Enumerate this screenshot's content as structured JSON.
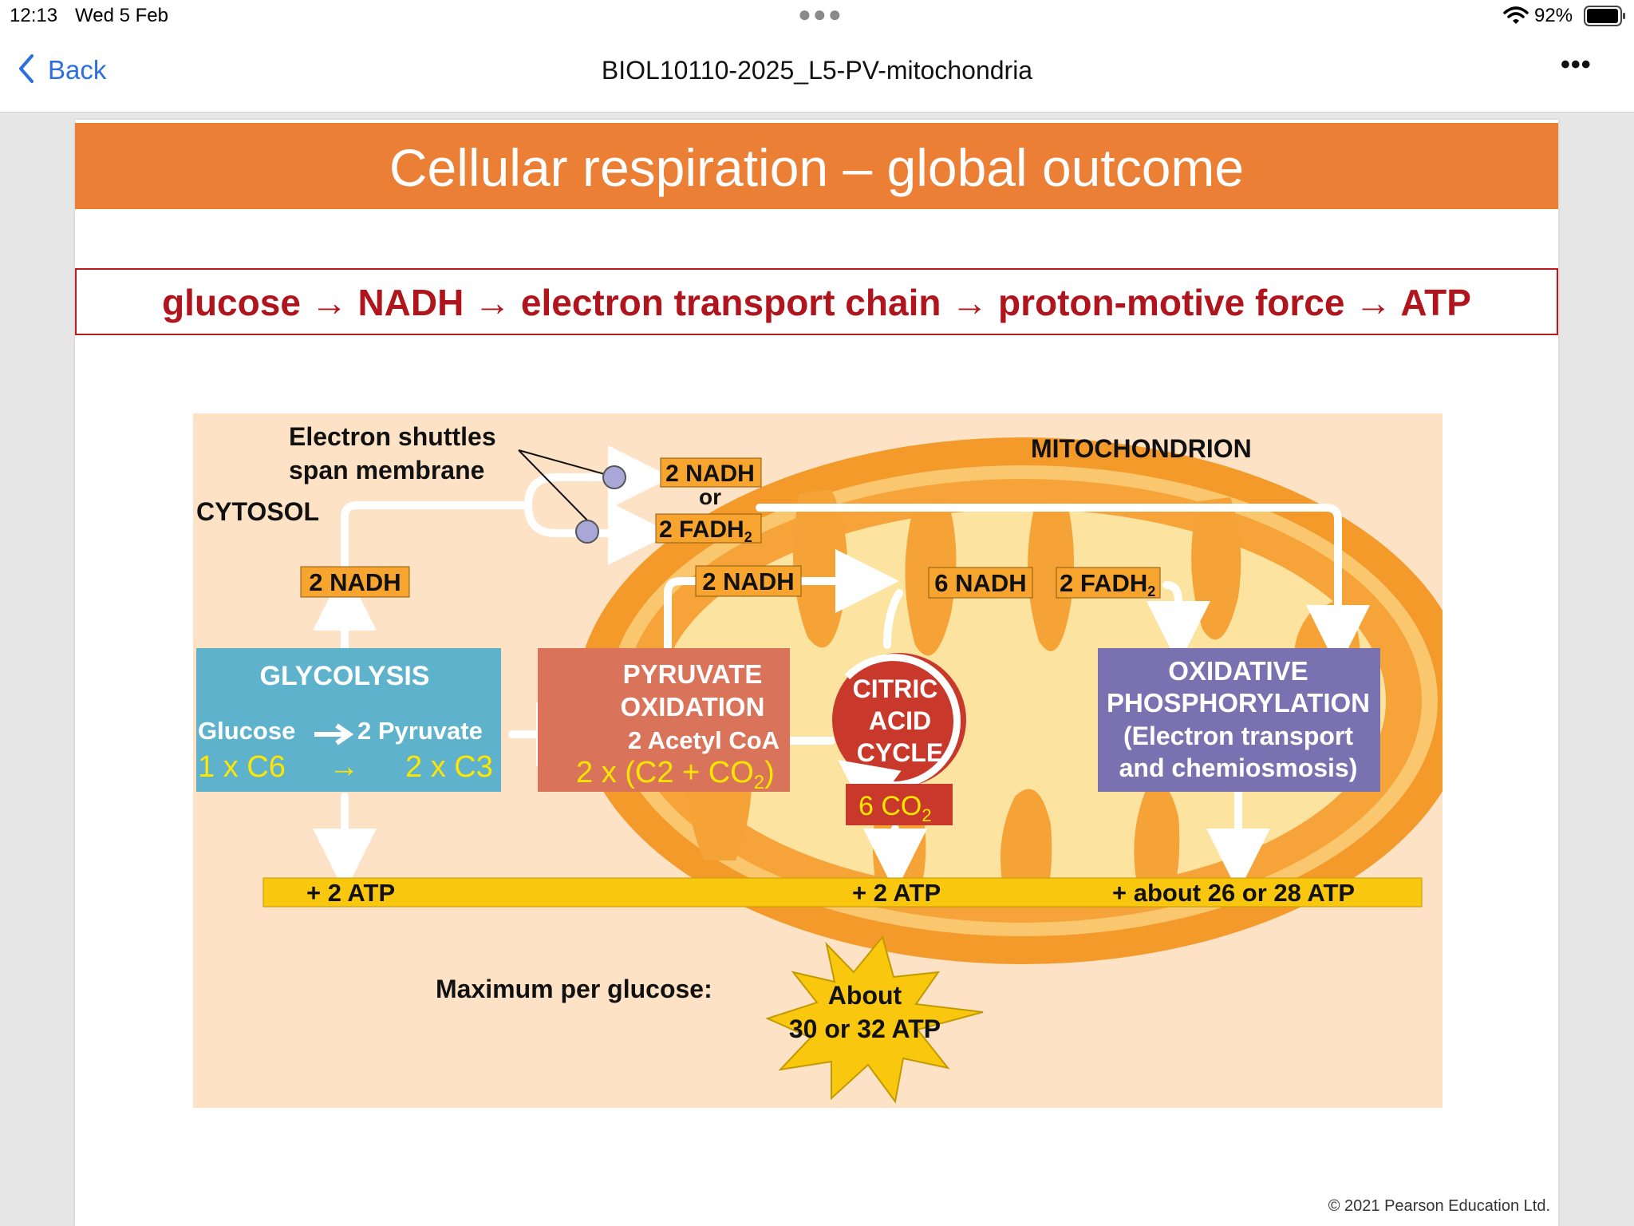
{
  "status_bar": {
    "time": "12:13",
    "date": "Wed 5 Feb",
    "battery": "92%"
  },
  "nav": {
    "back_label": "Back",
    "title": "BIOL10110-2025_L5-PV-mitochondria"
  },
  "slide": {
    "title": "Cellular respiration – global outcome",
    "summary": "glucose → NADH → electron transport chain → proton-motive force → ATP",
    "copyright": "© 2021  Pearson Education Ltd."
  },
  "figure": {
    "electron_shuttles_1": "Electron shuttles",
    "electron_shuttles_2": "span membrane",
    "cytosol": "CYTOSOL",
    "mitochondrion": "MITOCHONDRION",
    "shuttle_nadh": "2 NADH",
    "shuttle_or": "or",
    "shuttle_fadh": "2 FADH",
    "shuttle_fadh_sub": "2",
    "glycolysis_nadh": "2 NADH",
    "pyruvate_nadh": "2 NADH",
    "citric_nadh": "6 NADH",
    "citric_fadh": "2 FADH",
    "citric_fadh_sub": "2",
    "glycolysis": {
      "title": "GLYCOLYSIS",
      "glucose": "Glucose",
      "pyruvate": "2 Pyruvate",
      "c6": "1 x C6",
      "arrow": "→",
      "c3": "2 x C3"
    },
    "pyruvate_oxidation": {
      "title_1": "PYRUVATE",
      "title_2": "OXIDATION",
      "acetyl": "2 Acetyl CoA",
      "formula": "2 x (C2 + CO",
      "formula_sub": "2",
      "formula_end": ")"
    },
    "citric_acid": {
      "line_1": "CITRIC",
      "line_2": "ACID",
      "line_3": "CYCLE",
      "co2": "6 CO",
      "co2_sub": "2"
    },
    "oxphos": {
      "line_1": "OXIDATIVE",
      "line_2": "PHOSPHORYLATION",
      "line_3": "(Electron transport",
      "line_4": "and chemiosmosis)"
    },
    "atp_1": "+ 2 ATP",
    "atp_2": "+ 2 ATP",
    "atp_3": "+ about 26 or 28 ATP",
    "max_label": "Maximum per glucose:",
    "star_1": "About",
    "star_2": "30 or 32 ATP"
  },
  "colors": {
    "title_bar": "#eb7f35",
    "summary_text": "#b0141c",
    "figure_bg": "#fde2c6",
    "mito_orange": "#f39a2a",
    "glycolysis_box": "#5fb2cc",
    "pyruvate_box": "#d9735a",
    "citric_circle": "#c8392b",
    "oxphos_box": "#7a72b0",
    "atp_bar": "#f9c80e",
    "label_yellow": "#ffe600",
    "nadh_tag": "#f8a530"
  }
}
